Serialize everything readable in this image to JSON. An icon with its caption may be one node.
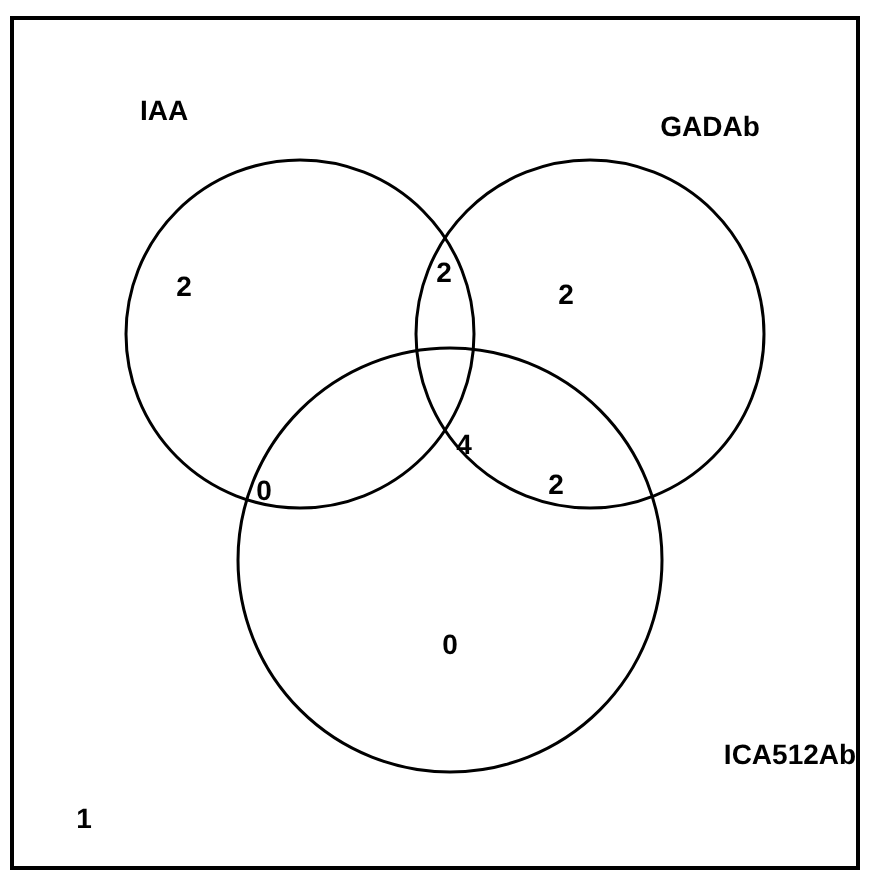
{
  "diagram": {
    "nodes": [
      {
        "text": [
          "1"
        ]
      },
      {
        "text": [
          "IAA"
        ],
        "in": 0
      },
      {
        "text": [
          "GADAb"
        ],
        "in": 0
      },
      {
        "text": [
          "ICA512Ab"
        ],
        "in": 0
      }
    ],
    "labels": [
      "2",
      "2",
      "2",
      "0",
      "4",
      "2",
      "0"
    ]
  }
}
